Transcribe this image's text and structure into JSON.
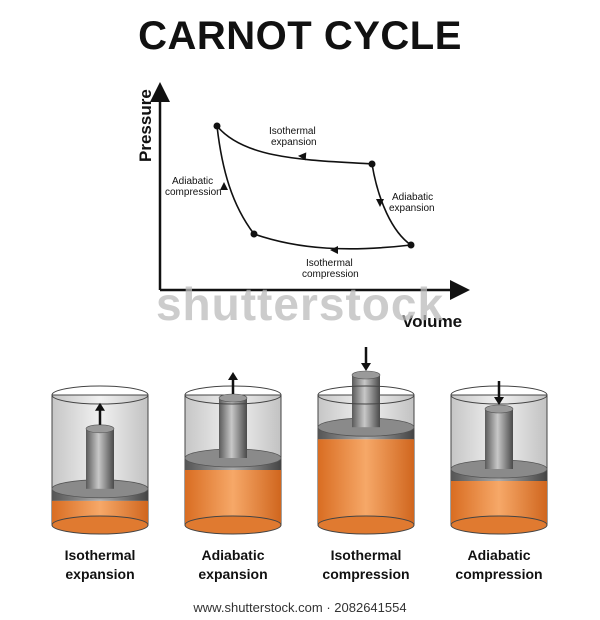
{
  "title": "CARNOT CYCLE",
  "axes": {
    "y_label": "Pressure",
    "x_label": "Volume"
  },
  "processes": {
    "isothermal_expansion": [
      "Isothermal",
      "expansion"
    ],
    "adiabatic_expansion": [
      "Adiabatic",
      "expansion"
    ],
    "isothermal_compression": [
      "Isothermal",
      "compression"
    ],
    "adiabatic_compression": [
      "Adiabatic",
      "compression"
    ]
  },
  "cylinders": [
    {
      "caption_line1": "Isothermal",
      "caption_line2": "expansion",
      "arrow": "up",
      "gas_level": 0.22
    },
    {
      "caption_line1": "Adiabatic",
      "caption_line2": "expansion",
      "arrow": "up",
      "gas_level": 0.5
    },
    {
      "caption_line1": "Isothermal",
      "caption_line2": "compression",
      "arrow": "down",
      "gas_level": 0.78
    },
    {
      "caption_line1": "Adiabatic",
      "caption_line2": "compression",
      "arrow": "down",
      "gas_level": 0.4
    }
  ],
  "colors": {
    "gas": "#e8823a",
    "glass": "#d9d9d9",
    "piston": "#777777",
    "curve": "#111111"
  },
  "watermark": "shutterstock",
  "footer": "www.shutterstock.com · 2082641554"
}
